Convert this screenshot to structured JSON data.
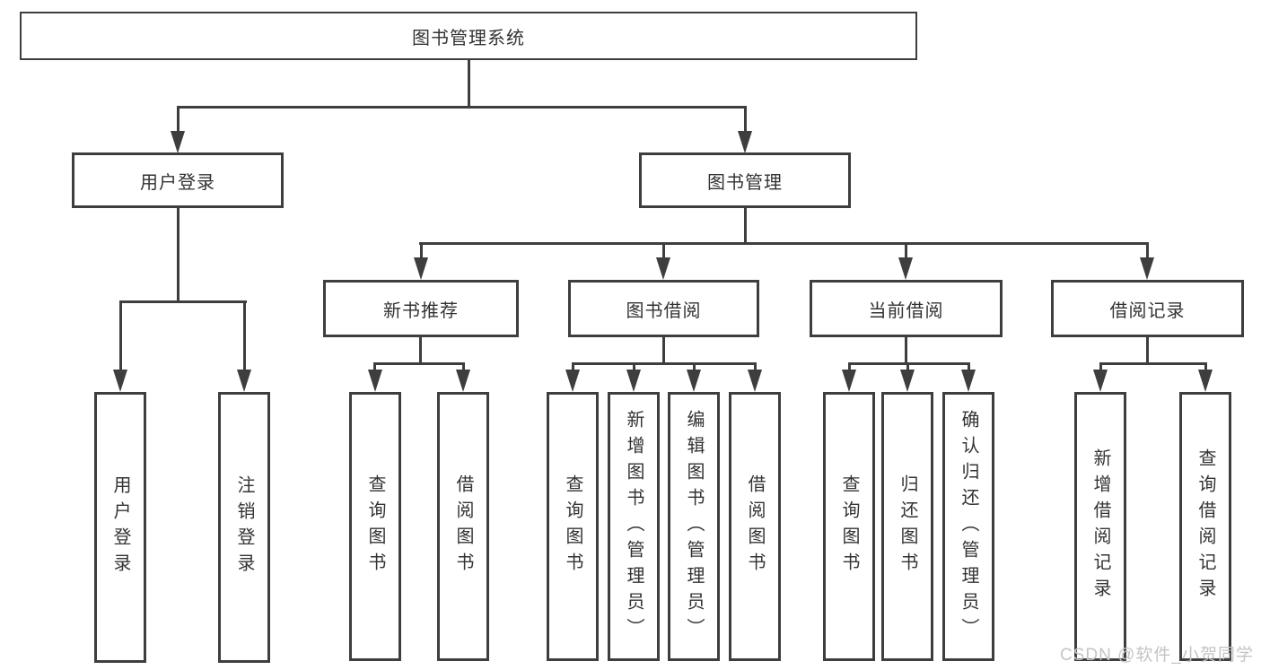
{
  "tree": {
    "label": "图书管理系统",
    "children": [
      {
        "label": "用户登录",
        "children": [
          {
            "label": "用户登录"
          },
          {
            "label": "注销登录"
          }
        ]
      },
      {
        "label": "图书管理",
        "children": [
          {
            "label": "新书推荐",
            "children": [
              {
                "label": "查询图书"
              },
              {
                "label": "借阅图书"
              }
            ]
          },
          {
            "label": "图书借阅",
            "children": [
              {
                "label": "查询图书"
              },
              {
                "label": "新增图书（管理员）"
              },
              {
                "label": "编辑图书（管理员）"
              },
              {
                "label": "借阅图书"
              }
            ]
          },
          {
            "label": "当前借阅",
            "children": [
              {
                "label": "查询图书"
              },
              {
                "label": "归还图书"
              },
              {
                "label": "确认归还（管理员）"
              }
            ]
          },
          {
            "label": "借阅记录",
            "children": [
              {
                "label": "新增借阅记录"
              },
              {
                "label": "查询借阅记录"
              }
            ]
          }
        ]
      }
    ]
  },
  "watermark": {
    "text": "CSDN @软件_小贺同学"
  },
  "colors": {
    "line": "#3e3e3e",
    "text": "#333333",
    "watermark": "#c4c4c4",
    "background": "#ffffff"
  }
}
